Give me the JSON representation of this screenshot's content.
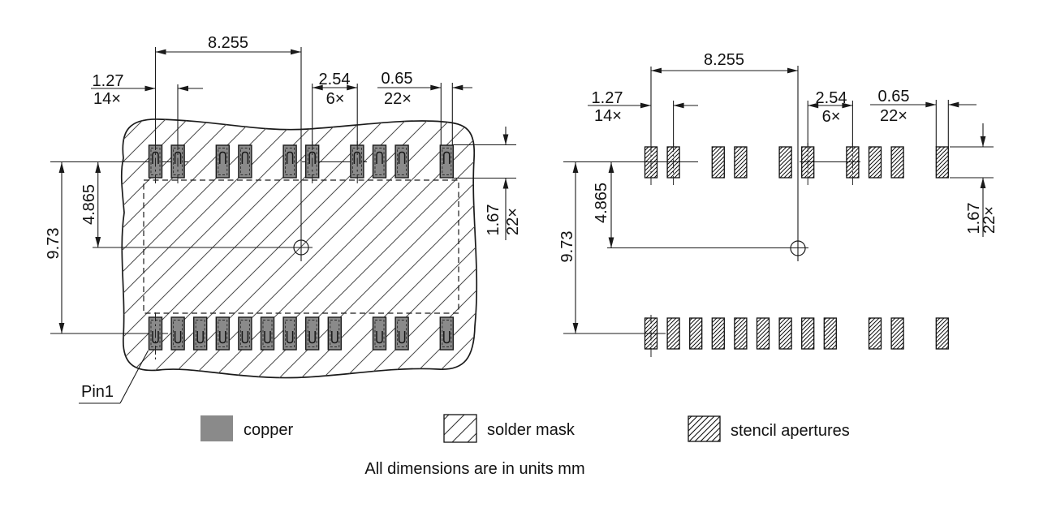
{
  "note": "All dimensions are in units mm",
  "views": {
    "pcb": {
      "pin1": "Pin1",
      "dims": {
        "span": "8.255",
        "pitch": "1.27",
        "pitch_count": "14×",
        "group_pitch": "2.54",
        "group_count": "6×",
        "pad_width": "0.65",
        "pad_width_count": "22×",
        "pad_height": "1.67",
        "pad_height_count": "22×",
        "row_to_center": "4.865",
        "row_to_row": "9.73"
      }
    },
    "stencil": {
      "dims": {
        "span": "8.255",
        "pitch": "1.27",
        "pitch_count": "14×",
        "group_pitch": "2.54",
        "group_count": "6×",
        "pad_width": "0.65",
        "pad_width_count": "22×",
        "pad_height": "1.67",
        "pad_height_count": "22×",
        "row_to_center": "4.865",
        "row_to_row": "9.73"
      }
    }
  },
  "legend": [
    {
      "id": "copper",
      "label": "copper"
    },
    {
      "id": "solder-mask",
      "label": "solder mask"
    },
    {
      "id": "stencil-apertures",
      "label": "stencil apertures"
    }
  ],
  "pad_pattern": {
    "slot_count": 14,
    "top_slots": [
      0,
      1,
      3,
      4,
      6,
      7,
      9,
      10,
      11,
      13
    ],
    "bottom_slots": [
      0,
      1,
      2,
      3,
      4,
      5,
      6,
      7,
      8,
      10,
      11,
      13
    ]
  },
  "colors": {
    "copper": "#8a8a8a",
    "line": "#1a1a1a",
    "background": "#ffffff"
  }
}
